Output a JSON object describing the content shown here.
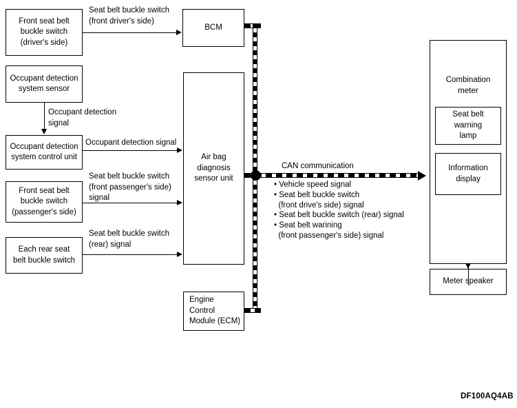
{
  "diagram": {
    "id_tag": "DF100AQ4AB",
    "boxes": {
      "driver_buckle": "Front seat belt\nbuckle switch\n(driver's side)",
      "occupant_sensor": "Occupant detection\nsystem sensor",
      "occupant_control_unit": "Occupant detection\nsystem control unit",
      "passenger_buckle": "Front seat belt\nbuckle switch\n(passenger's side)",
      "rear_buckle": "Each rear seat\nbelt buckle switch",
      "bcm": "BCM",
      "airbag_sensor_unit": "Air bag\ndiagnosis\nsensor unit",
      "ecm": "Engine\nControl\nModule (ECM)",
      "combination_meter": "Combination\nmeter",
      "seat_belt_warning_lamp": "Seat belt\nwarning\nlamp",
      "information_display": "Information\ndisplay",
      "meter_speaker": "Meter speaker"
    },
    "signal_labels": {
      "driver_to_bcm": "Seat belt buckle switch\n(front driver's side)",
      "sensor_to_control_unit": "Occupant detection\nsignal",
      "control_unit_to_airbag": "Occupant detection signal",
      "passenger_to_airbag": "Seat belt buckle switch\n(front passenger's side)\nsignal",
      "rear_to_airbag": "Seat belt buckle switch\n(rear) signal",
      "can_title": "CAN communication"
    },
    "can_signals": [
      "• Vehicle speed signal",
      "• Seat belt buckle switch",
      "  (front drive's side) signal",
      "• Seat belt buckle switch (rear) signal",
      "• Seat belt warining",
      "  (front passenger's side) signal"
    ]
  }
}
